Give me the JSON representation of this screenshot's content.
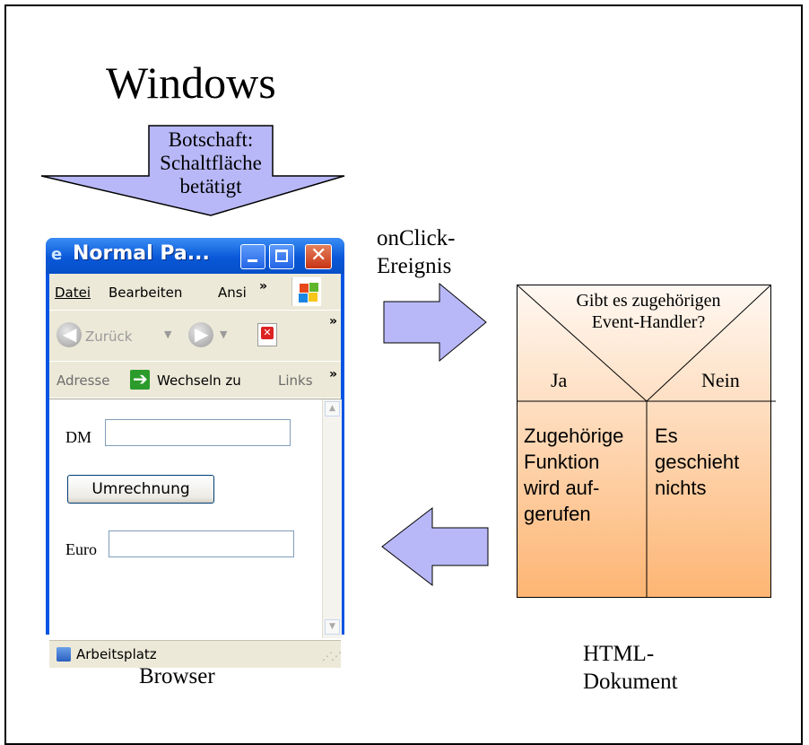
{
  "windows_title": "Windows",
  "message_arrow": {
    "lines": [
      "Botschaft:",
      "Schaltfläche",
      "betätigt"
    ]
  },
  "event_arrow": {
    "lines": [
      "onClick-",
      "Ereignis"
    ]
  },
  "browser": {
    "title": "Normal Pa...",
    "menu": {
      "file": "Datei",
      "edit": "Bearbeiten",
      "view": "Ansi",
      "overflow": "»"
    },
    "toolbar": {
      "back": "Zurück",
      "overflow": "»"
    },
    "address": {
      "label": "Adresse",
      "go": "Wechseln zu",
      "links": "Links",
      "overflow": "»"
    },
    "form": {
      "dm_label": "DM",
      "dm_value": "",
      "button": "Umrechnung",
      "euro_label": "Euro",
      "euro_value": ""
    },
    "status": "Arbeitsplatz",
    "caption": "Browser"
  },
  "flowchart": {
    "question_lines": [
      "Gibt es zugehörigen",
      "Event-Handler?"
    ],
    "yes": "Ja",
    "no": "Nein",
    "yes_action_lines": [
      "Zugehörige",
      "Funktion",
      "wird auf-",
      "gerufen"
    ],
    "no_action_lines": [
      "Es",
      "geschieht",
      "nichts"
    ],
    "caption_lines": [
      "HTML-",
      "Dokument"
    ]
  },
  "colors": {
    "arrow_fill": "#b8b8f8",
    "block_top": "#fff8f2",
    "block_bottom": "#fdb573",
    "xp_blue": "#0054e3"
  }
}
